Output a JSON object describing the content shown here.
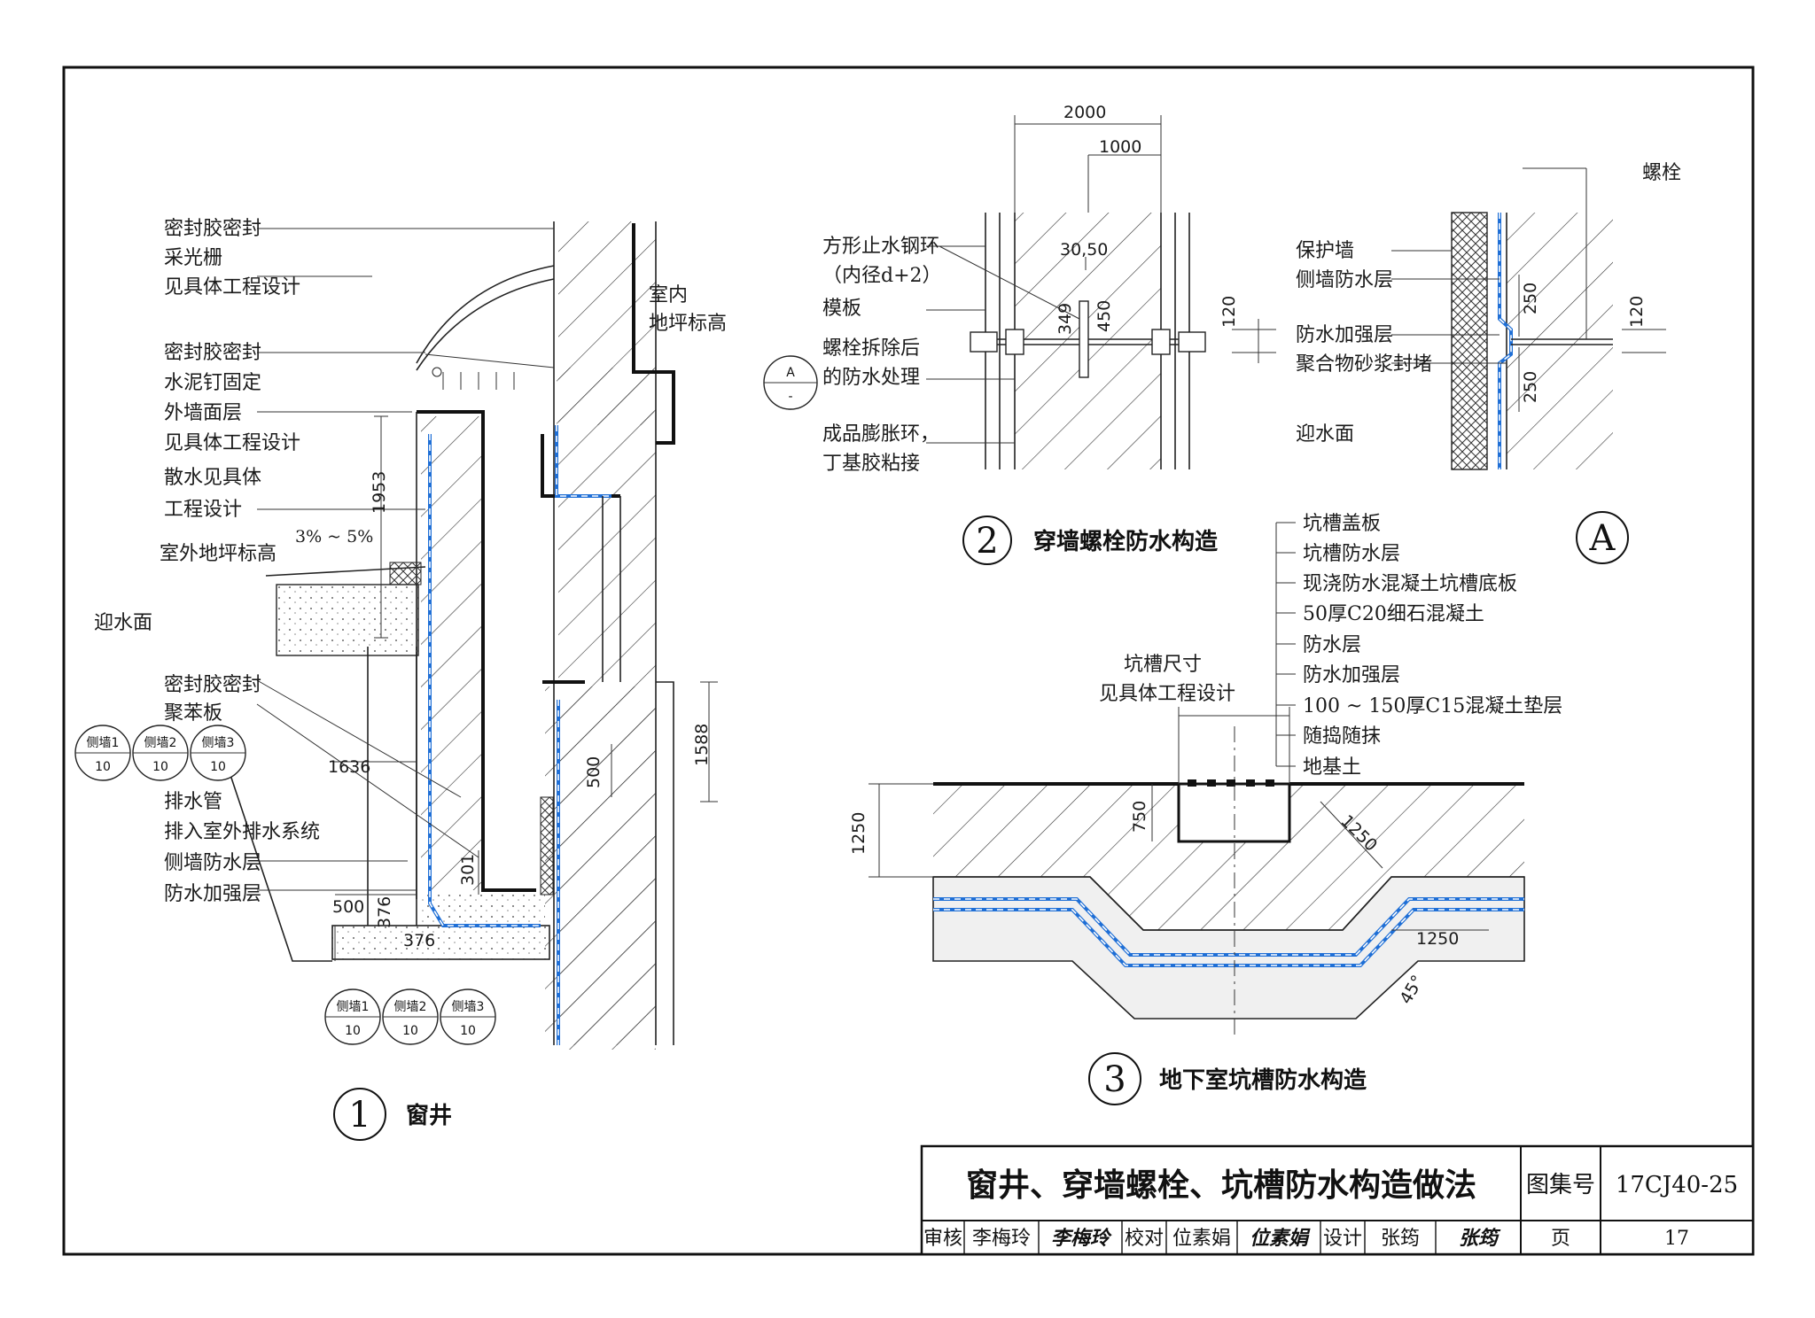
{
  "detail1": {
    "number": "1",
    "title": "窗井",
    "labels": {
      "sealant_top": "密封胶密封",
      "light_grille": "采光栅",
      "see_design_1": "见具体工程设计",
      "sealant_2": "密封胶密封",
      "cement_nail": "水泥钉固定",
      "ext_wall_finish": "外墙面层",
      "see_design_2": "见具体工程设计",
      "apron_1": "散水见具体",
      "apron_2": "工程设计",
      "outdoor_level": "室外地坪标高",
      "slope": "3% ~ 5%",
      "water_face": "迎水面",
      "indoor_1": "室内",
      "indoor_2": "地坪标高",
      "sealant_3": "密封胶密封",
      "eps": "聚苯板",
      "drain_pipe": "排水管",
      "drain_to": "排入室外排水系统",
      "side_wp": "侧墙防水层",
      "wp_reinf": "防水加强层"
    },
    "dims": {
      "d1953": "1953",
      "d1636": "1636",
      "d1588": "1588",
      "d500a": "500",
      "d500b": "500",
      "d301": "301",
      "d376a": "376",
      "d376b": "376"
    },
    "refs_top": [
      {
        "name": "侧墙1",
        "page": "10"
      },
      {
        "name": "侧墙2",
        "page": "10"
      },
      {
        "name": "侧墙3",
        "page": "10"
      }
    ],
    "refs_bottom": [
      {
        "name": "侧墙1",
        "page": "10"
      },
      {
        "name": "侧墙2",
        "page": "10"
      },
      {
        "name": "侧墙3",
        "page": "10"
      }
    ]
  },
  "detail2": {
    "number": "2",
    "title": "穿墙螺栓防水构造",
    "labels": {
      "ring_1": "方形止水钢环",
      "ring_2": "（内径d+2）",
      "formwork": "模板",
      "bolt_removed_1": "螺栓拆除后",
      "bolt_removed_2": "的防水处理",
      "swell_1": "成品膨胀环，",
      "swell_2": "丁基胶粘接"
    },
    "dims": {
      "d2000": "2000",
      "d1000": "1000",
      "d3050": "30,50",
      "d349": "349",
      "d450": "450",
      "d120": "120"
    },
    "ref": {
      "letter": "A",
      "sub": "-"
    }
  },
  "detailA": {
    "letter": "A",
    "labels": {
      "bolt": "螺栓",
      "protect_wall": "保护墙",
      "side_wp": "侧墙防水层",
      "wp_reinf": "防水加强层",
      "mortar": "聚合物砂浆封堵",
      "water_face": "迎水面"
    },
    "dims": {
      "d250a": "250",
      "d250b": "250",
      "d120": "120"
    }
  },
  "detail3": {
    "number": "3",
    "title": "地下室坑槽防水构造",
    "layers": [
      "坑槽盖板",
      "坑槽防水层",
      "现浇防水混凝土坑槽底板",
      "50厚C20细石混凝土",
      "防水层",
      "防水加强层",
      "100 ~ 150厚C15混凝土垫层",
      "随捣随抹",
      "地基土"
    ],
    "pit_size_1": "坑槽尺寸",
    "pit_size_2": "见具体工程设计",
    "dims": {
      "d1250a": "1250",
      "d750": "750",
      "d1250b": "1250",
      "d1250c": "1250",
      "angle": "45°"
    }
  },
  "title_block": {
    "title": "窗井、穿墙螺栓、坑槽防水构造做法",
    "atlas_label": "图集号",
    "atlas_no": "17CJ40-25",
    "review_label": "审核",
    "reviewer": "李梅玲",
    "reviewer_sign": "李梅玲",
    "check_label": "校对",
    "checker": "位素娟",
    "checker_sign": "位素娟",
    "design_label": "设计",
    "designer": "张筠",
    "designer_sign": "张筠",
    "page_label": "页",
    "page_no": "17"
  }
}
